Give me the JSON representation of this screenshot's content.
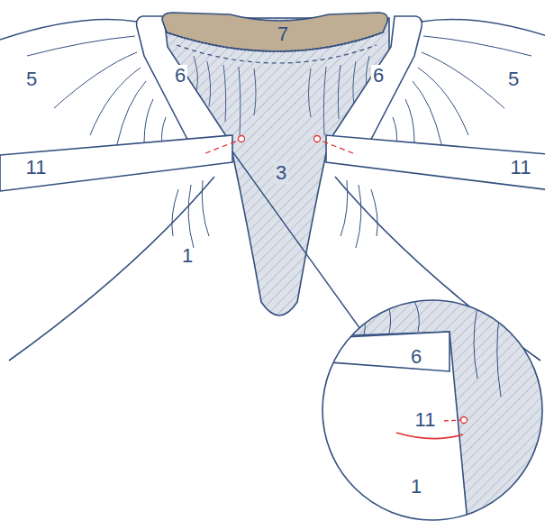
{
  "diagram": {
    "labels": [
      "7",
      "5",
      "6",
      "6",
      "5",
      "11",
      "3",
      "11",
      "1",
      "6",
      "11",
      "1"
    ]
  }
}
